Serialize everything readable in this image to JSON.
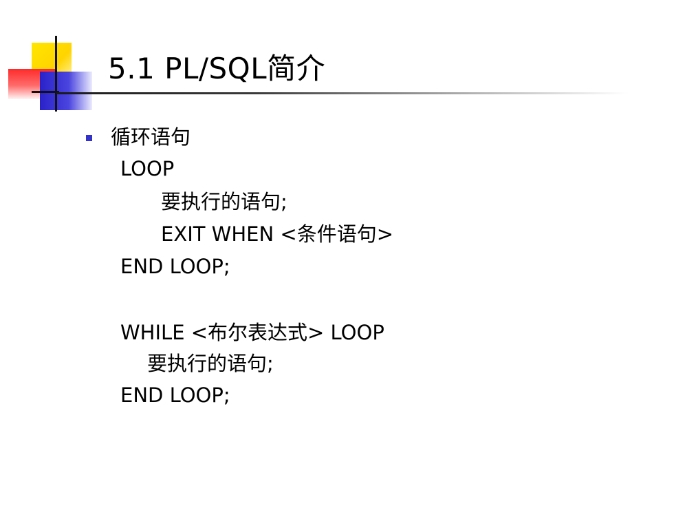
{
  "slide": {
    "title": "5.1   PL/SQL简介",
    "bullet": "循环语句",
    "code_lines": [
      "LOOP",
      "要执行的语句;",
      "EXIT WHEN <条件语句>",
      "END LOOP;",
      "WHILE <布尔表达式> LOOP",
      "要执行的语句;",
      "END LOOP;"
    ]
  },
  "colors": {
    "bullet": "#3333cc",
    "logo_yellow": "#ffd400",
    "logo_red": "#ff2a2a",
    "logo_blue": "#2a22c8"
  }
}
